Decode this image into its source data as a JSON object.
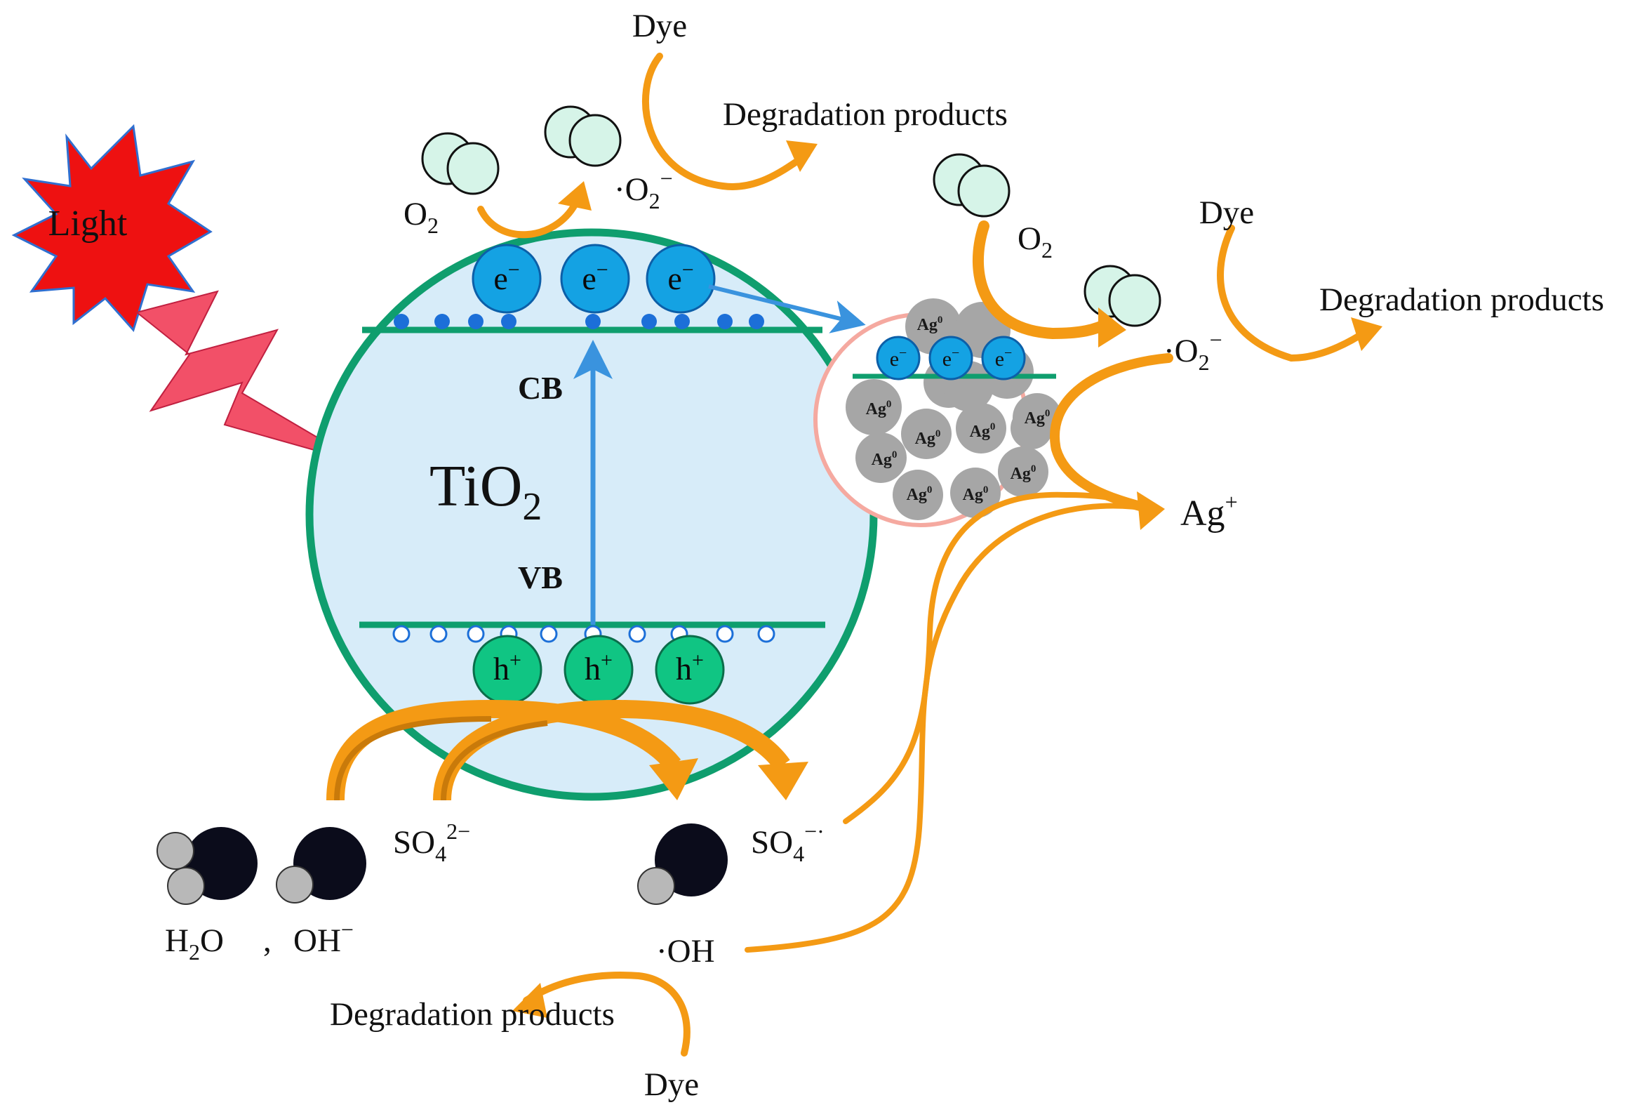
{
  "light": {
    "label": "Light"
  },
  "semiconductor": {
    "name": "TiO",
    "name_sub": "2",
    "cb_label": "CB",
    "vb_label": "VB"
  },
  "carriers": {
    "electron": "e",
    "electron_sup": "−",
    "hole": "h",
    "hole_sup": "+"
  },
  "species": {
    "o2": "O",
    "o2_sub": "2",
    "superoxide": "·O",
    "superoxide_sub": "2",
    "superoxide_sup": "−",
    "h2o_h": "H",
    "h2o_sub": "2",
    "h2o_o": "O",
    "comma": ",",
    "oh_minus": "OH",
    "oh_minus_sup": "−",
    "sulfate": "SO",
    "sulfate_sub": "4",
    "sulfate_sup": "2−",
    "sulfate_radical": "SO",
    "sulfate_radical_sub": "4",
    "sulfate_radical_sup": "−·",
    "hydroxyl_radical": "·OH",
    "silver_ion": "Ag",
    "silver_ion_sup": "+",
    "silver_metal": "Ag",
    "silver_metal_sup": "0",
    "dye": "Dye",
    "degradation": "Degradation products"
  },
  "colors": {
    "sphere_fill": "#d7ecf9",
    "sphere_stroke": "#0f9e6e",
    "electron_fill": "#14a2e3",
    "hole_fill": "#10c583",
    "arrow_orange": "#f49a14",
    "arrow_blue": "#3a93de",
    "light_burst": "#ee1111",
    "bolt": "#f25068",
    "silver_particle": "#a6a6a6",
    "molecule_fill": "#d6f4e8",
    "dark_atom": "#0b0c1b"
  }
}
